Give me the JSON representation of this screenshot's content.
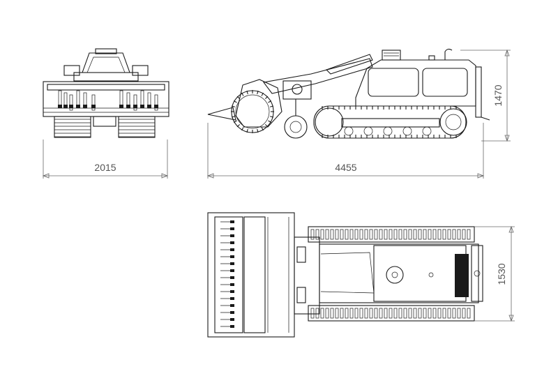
{
  "dimensions": {
    "front_width": "2015",
    "side_length": "4455",
    "side_height": "1470",
    "top_width": "1530"
  },
  "colors": {
    "line": "#1a1a1a",
    "dimension": "#666666",
    "text": "#555555",
    "background": "#ffffff"
  }
}
